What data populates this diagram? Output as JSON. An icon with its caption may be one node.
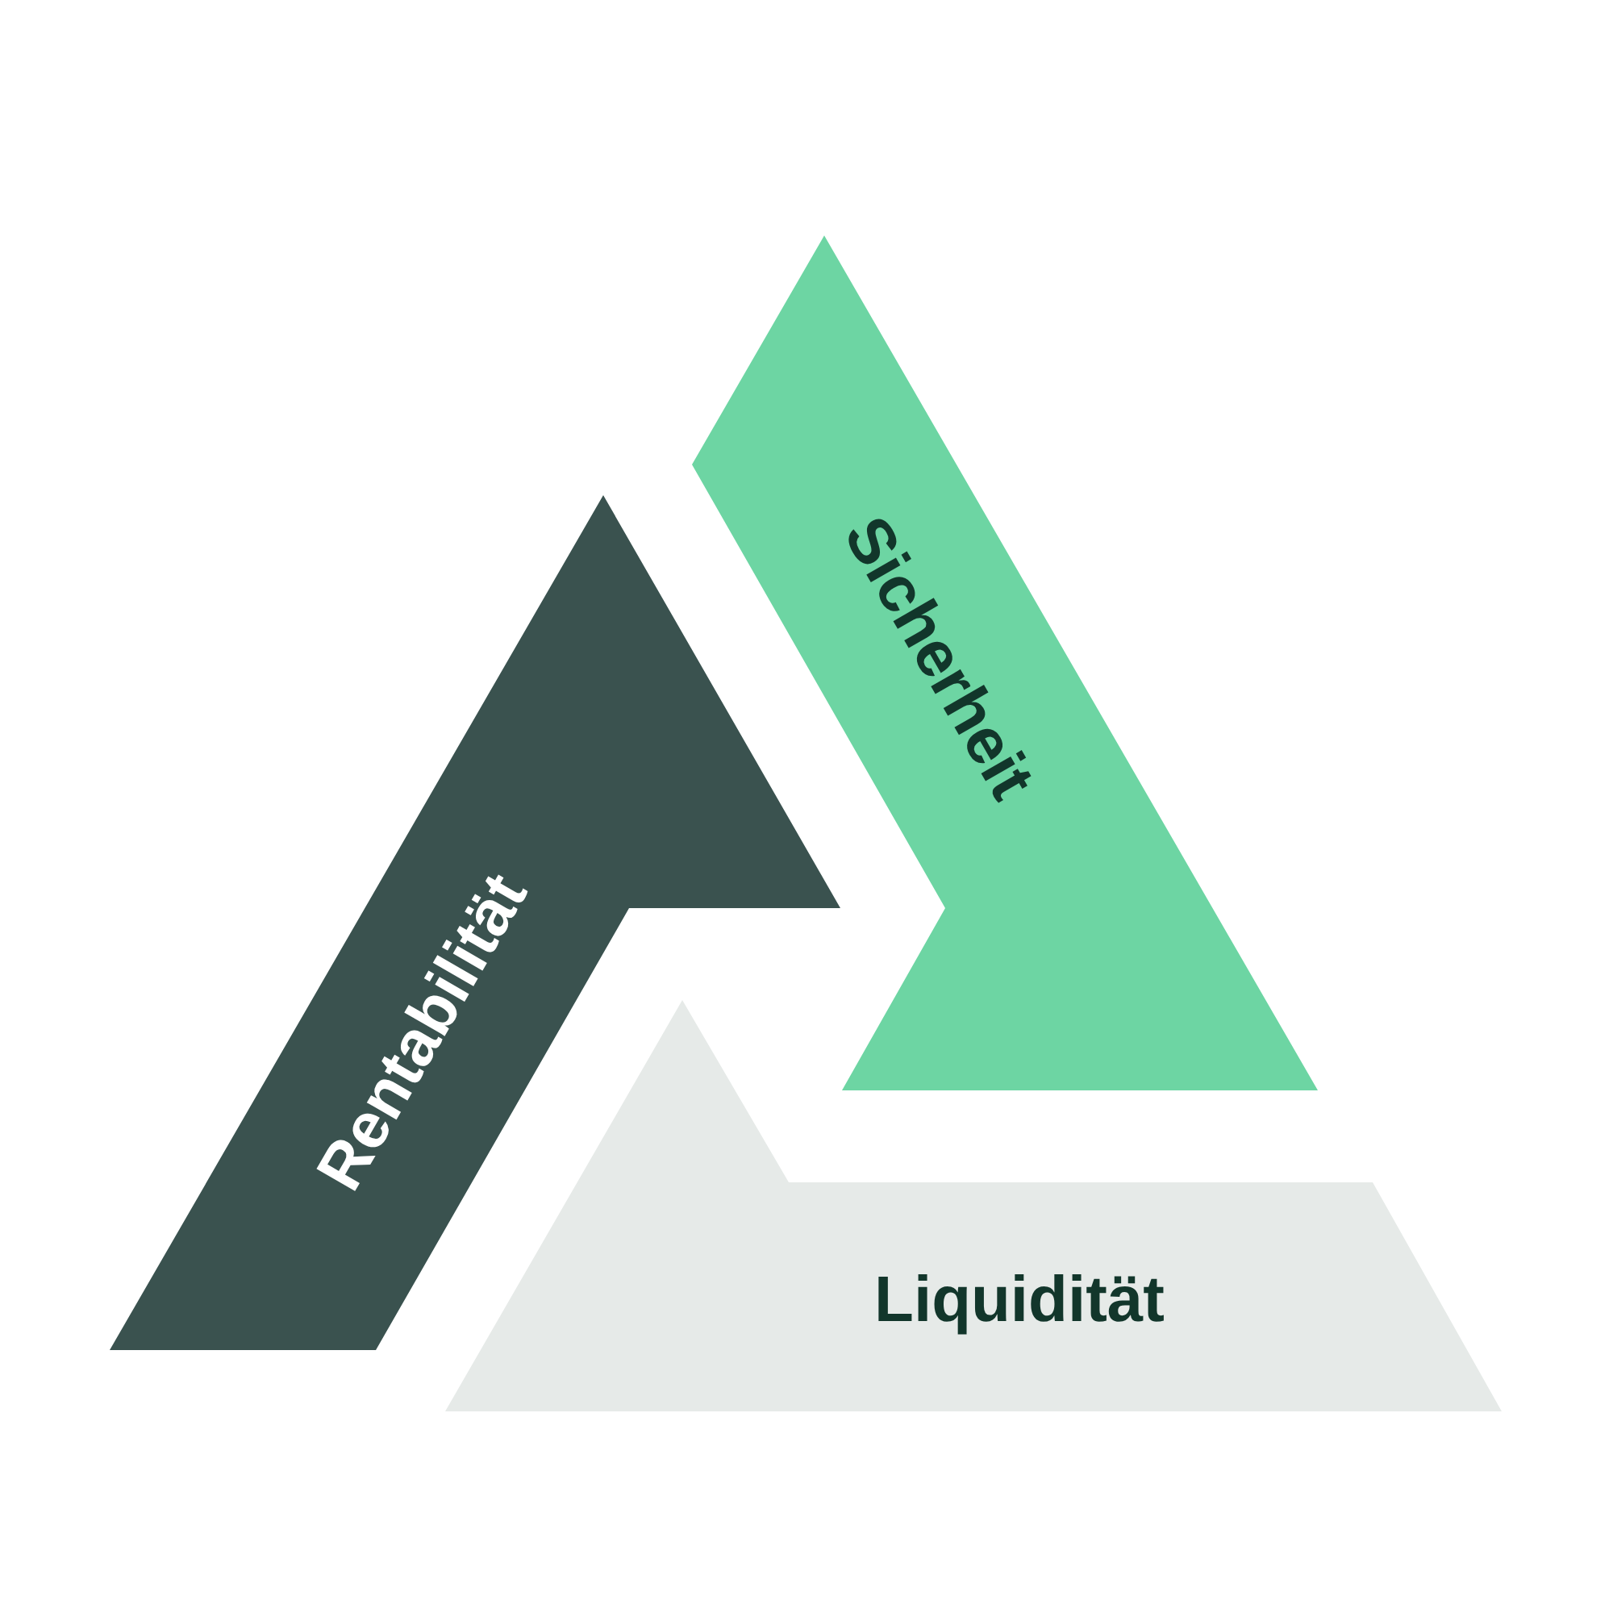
{
  "diagram": {
    "nodes": [
      {
        "text": [
          "Sicherheit"
        ]
      },
      {
        "text": [
          "Rentabilität"
        ]
      },
      {
        "text": [
          "Liquidität"
        ]
      }
    ]
  }
}
